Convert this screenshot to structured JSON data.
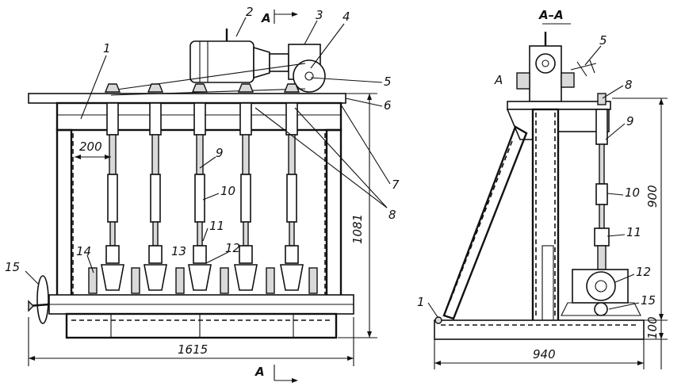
{
  "title": "",
  "section_labels": {
    "top_arrow": "A",
    "bottom_arrow": "A",
    "side_view_title": "A–A",
    "side_small": "A"
  },
  "dimensions": {
    "gap": "200",
    "height_front": "1081",
    "width_front": "1615",
    "height_side": "900",
    "base_side": "100",
    "width_side": "940"
  },
  "front_callouts": [
    "1",
    "2",
    "3",
    "4",
    "5",
    "6",
    "7",
    "8",
    "9",
    "10",
    "11",
    "12",
    "13",
    "14",
    "15"
  ],
  "side_callouts": [
    "5",
    "8",
    "9",
    "10",
    "11",
    "12",
    "15",
    "1"
  ]
}
